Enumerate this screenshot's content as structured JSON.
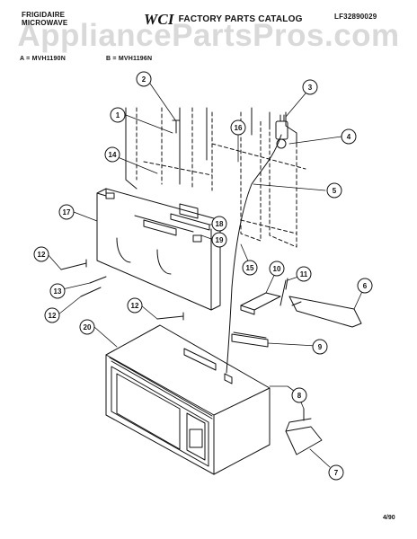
{
  "header": {
    "brand_line1": "FRIGIDAIRE",
    "brand_line2": "MICROWAVE",
    "logo": "WCI",
    "catalog_title": "FACTORY PARTS CATALOG",
    "catalog_number": "LF32890029"
  },
  "models": {
    "a": "A = MVH1190N",
    "b": "B = MVH1196N"
  },
  "watermark": "AppliancePartsPros.com",
  "footer": {
    "date": "4/90"
  },
  "callouts": [
    "1",
    "2",
    "3",
    "4",
    "5",
    "6",
    "7",
    "8",
    "9",
    "10",
    "11",
    "12",
    "12",
    "12",
    "13",
    "14",
    "15",
    "16",
    "17",
    "18",
    "19",
    "20"
  ]
}
